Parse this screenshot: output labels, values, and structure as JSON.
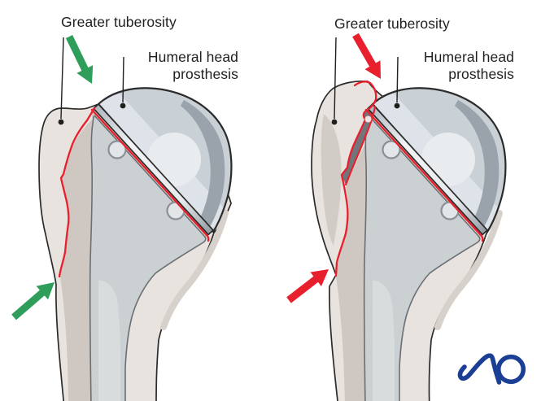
{
  "figure": {
    "panels": [
      {
        "id": "left",
        "labels": {
          "greater_tuberosity": "Greater tuberosity",
          "humeral_head_line1": "Humeral head",
          "humeral_head_line2": "prosthesis"
        },
        "annotation_arrows": {
          "color_name": "green",
          "color": "#2f9e5a",
          "icons": [
            "arrow-down-right-icon",
            "arrow-up-right-icon"
          ]
        }
      },
      {
        "id": "right",
        "labels": {
          "greater_tuberosity": "Greater tuberosity",
          "humeral_head_line1": "Humeral head",
          "humeral_head_line2": "prosthesis"
        },
        "annotation_arrows": {
          "color_name": "red",
          "color": "#e8202d",
          "icons": [
            "arrow-down-right-icon",
            "arrow-up-right-icon"
          ]
        }
      }
    ],
    "logo": {
      "text": "AO",
      "color": "#1c3f96"
    },
    "colors": {
      "fracture_line": "#e8202d",
      "arrow_green": "#2f9e5a",
      "arrow_red": "#e8202d",
      "label_text": "#1f1f1f",
      "bone": "#e8e3de",
      "bone_shading": "#cfc8c2",
      "prosthesis_head": "#c9d0d6",
      "implant_plate": "#cbd0d3",
      "outline": "#2b2b2b",
      "displacement_gap": "#70767b",
      "background": "#ffffff"
    }
  }
}
